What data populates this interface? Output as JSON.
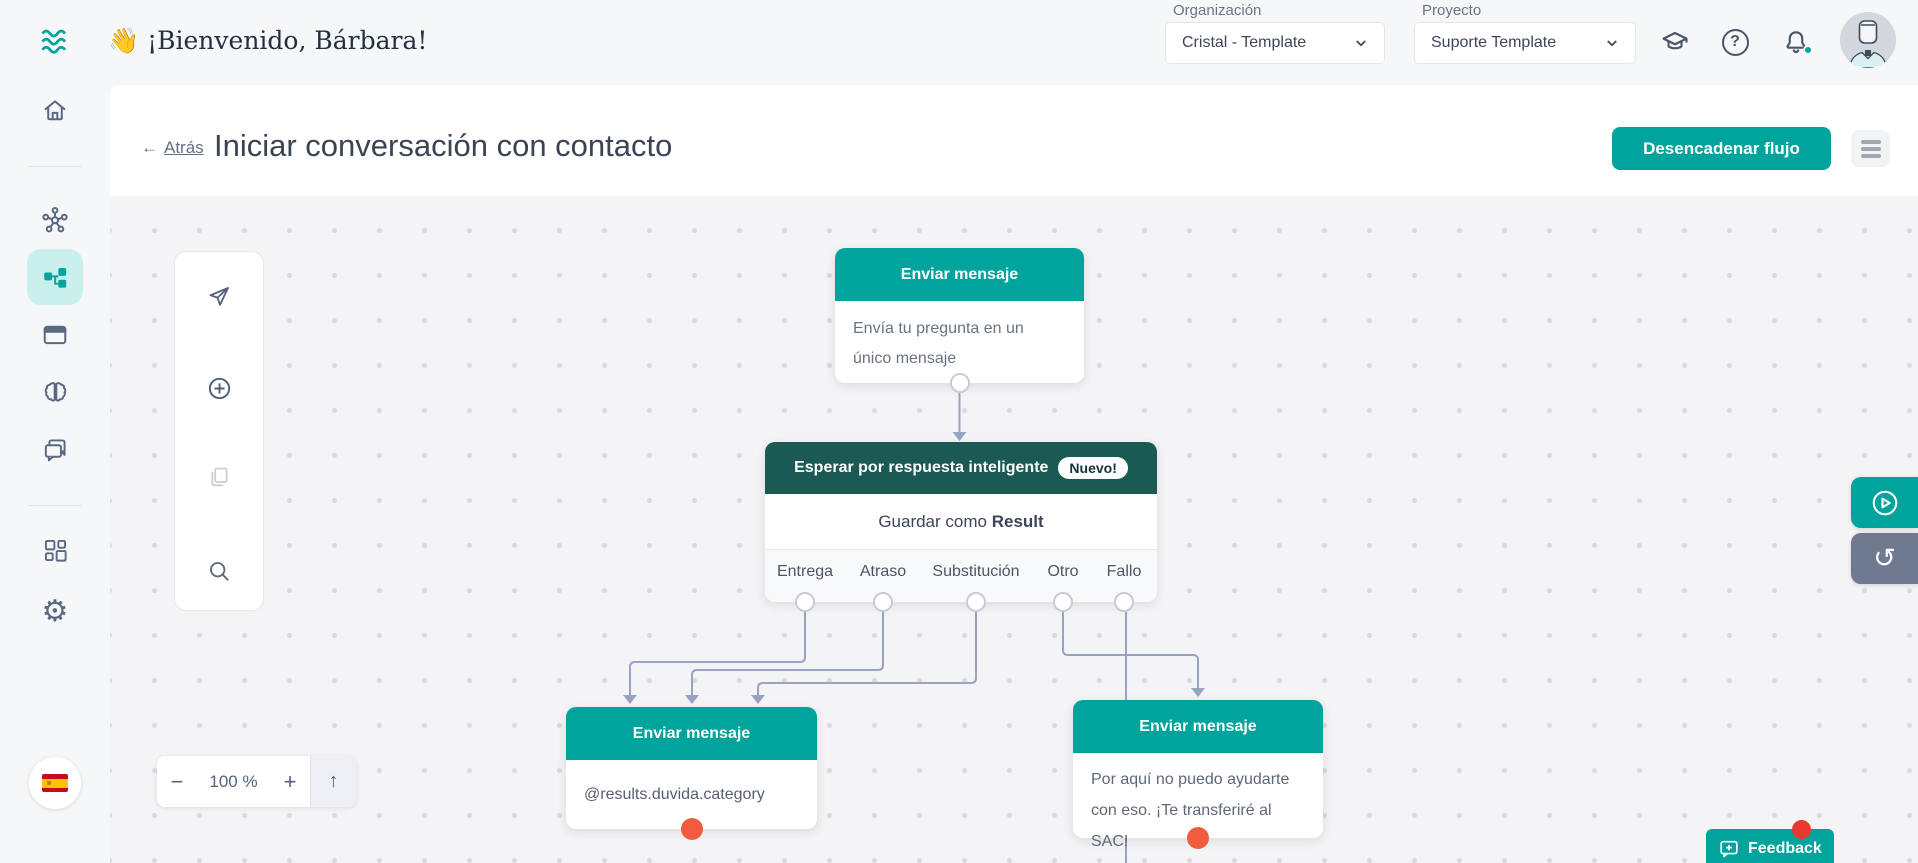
{
  "app": {
    "welcome_emoji": "👋",
    "welcome_text": "¡Bienvenido, Bárbara!",
    "organization": {
      "label": "Organización",
      "value": "Cristal - Template"
    },
    "project": {
      "label": "Proyecto",
      "value": "Suporte Template"
    }
  },
  "sidebar": {
    "items": [
      {
        "icon": "home-icon",
        "active": false
      },
      {
        "icon": "hub-icon",
        "active": false
      },
      {
        "icon": "flows-icon",
        "active": true
      },
      {
        "icon": "window-icon",
        "active": false
      },
      {
        "icon": "brain-icon",
        "active": false
      },
      {
        "icon": "chat-icon",
        "active": false
      },
      {
        "icon": "apps-icon",
        "active": false
      },
      {
        "icon": "settings-icon",
        "active": false
      }
    ],
    "language": "ES"
  },
  "subheader": {
    "back_arrow": "←",
    "back_label": "Atrás",
    "title": "Iniciar conversación con contacto",
    "trigger_button": "Desencadenar flujo"
  },
  "canvas": {
    "zoom": {
      "minus": "−",
      "level": "100 %",
      "plus": "+",
      "up_arrow": "↑"
    },
    "nodes": [
      {
        "title": "Enviar mensaje",
        "body": "Envía tu pregunta en un único mensaje"
      },
      {
        "title": "Esperar por respuesta inteligente",
        "badge": "Nuevo!",
        "body_prefix": "Guardar como",
        "result_name": "Result",
        "categories": [
          "Entrega",
          "Atraso",
          "Substitución",
          "Otro",
          "Fallo"
        ]
      },
      {
        "title": "Enviar mensaje",
        "body": "@results.duvida.category"
      },
      {
        "title": "Enviar mensaje",
        "body": "Por aquí no puedo ayudarte con eso. ¡Te transferiré al SAC!"
      }
    ]
  },
  "right_rail": {
    "simulator": "play-circle-icon",
    "history": "history-icon"
  },
  "feedback": {
    "label": "Feedback"
  },
  "colors": {
    "teal": "#00A49D",
    "dark_header": "#1A5A53",
    "edge": "#98A3C3",
    "alert_red": "#F15B40",
    "notification_red": "#E83A2E",
    "active_item_bg": "#C9F0EC"
  }
}
